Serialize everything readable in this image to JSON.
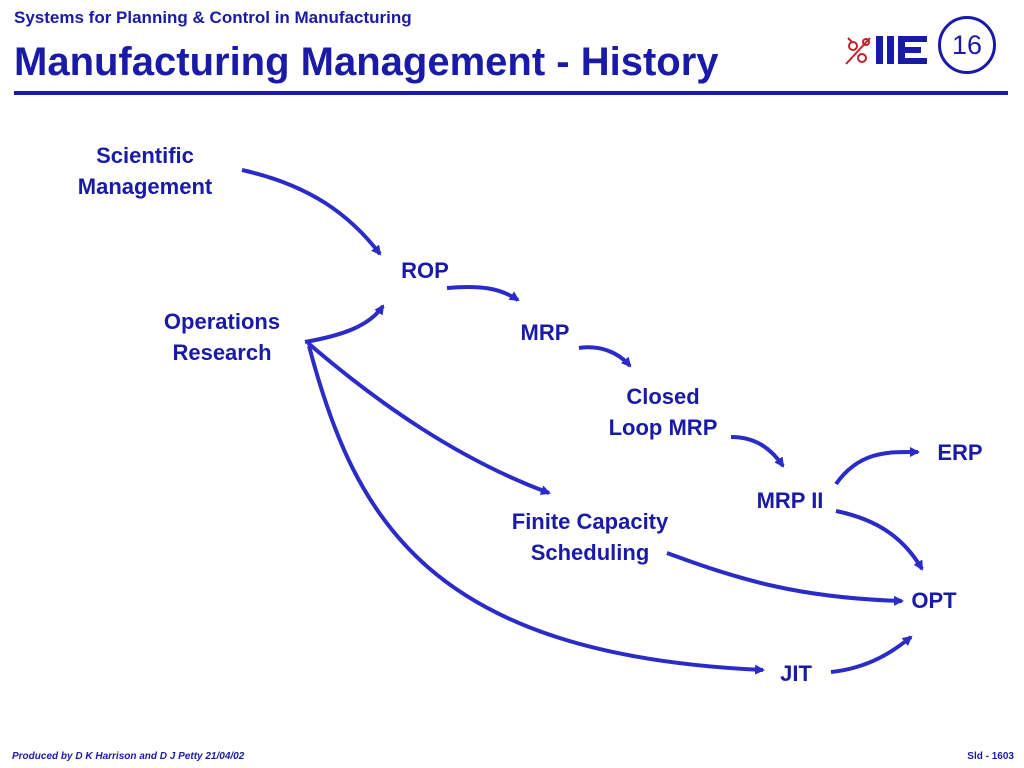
{
  "header": {
    "subtitle": "Systems for Planning & Control in Manufacturing",
    "title": "Manufacturing Management - History",
    "logo_text": "IIE",
    "slide_number": "16"
  },
  "nodes": {
    "scientific_management": {
      "line1": "Scientific",
      "line2": "Management"
    },
    "operations_research": {
      "line1": "Operations",
      "line2": "Research"
    },
    "rop": "ROP",
    "mrp": "MRP",
    "closed_loop_mrp": {
      "line1": "Closed",
      "line2": "Loop MRP"
    },
    "mrp_ii": "MRP II",
    "erp": "ERP",
    "finite_capacity_scheduling": {
      "line1": "Finite Capacity",
      "line2": "Scheduling"
    },
    "opt": "OPT",
    "jit": "JIT"
  },
  "edges": [
    [
      "Scientific Management",
      "ROP"
    ],
    [
      "Operations Research",
      "ROP"
    ],
    [
      "ROP",
      "MRP"
    ],
    [
      "MRP",
      "Closed Loop MRP"
    ],
    [
      "Closed Loop MRP",
      "MRP II"
    ],
    [
      "MRP II",
      "ERP"
    ],
    [
      "MRP II",
      "OPT"
    ],
    [
      "Operations Research",
      "Finite Capacity Scheduling"
    ],
    [
      "Finite Capacity Scheduling",
      "OPT"
    ],
    [
      "Operations Research",
      "JIT"
    ],
    [
      "JIT",
      "OPT"
    ]
  ],
  "colors": {
    "accent": "#1a1aa8",
    "logo_red": "#c0202a"
  },
  "footer": {
    "credit": "Produced by D K Harrison and D J Petty 21/04/02",
    "slide_id": "Sld - 1603"
  }
}
